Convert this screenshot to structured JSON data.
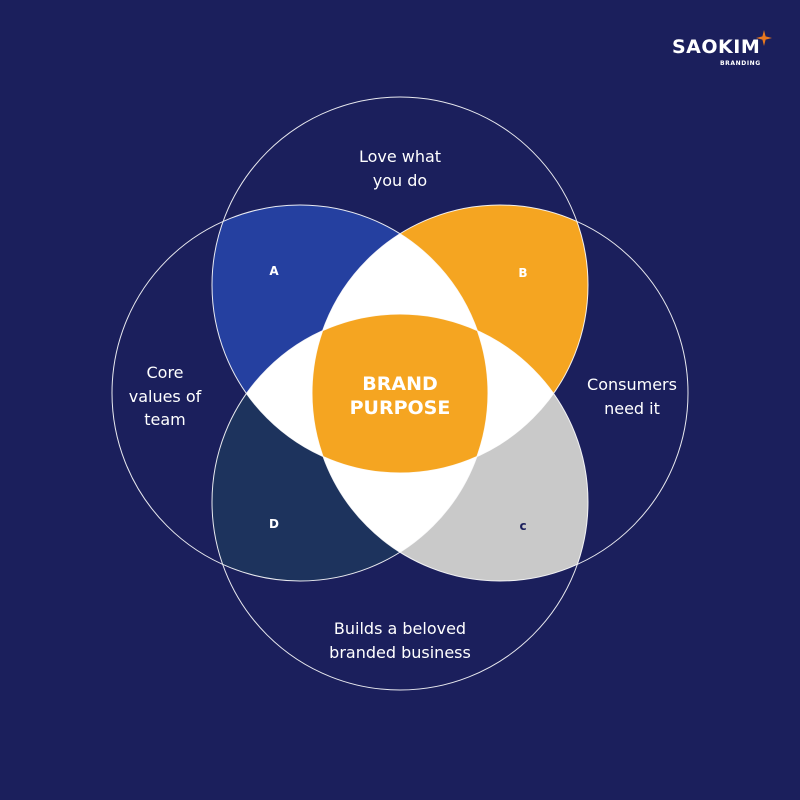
{
  "logo": {
    "word": "SAOKIM",
    "sub": "BRANDING",
    "star_color": "#e9781e"
  },
  "colors": {
    "background": "#1b1f5c",
    "circle_stroke": "#ffffff",
    "region_a": "#2540a0",
    "region_b": "#f5a521",
    "region_c": "#c9c9c9",
    "region_d": "#1d335d",
    "center": "#f5a521",
    "center_text": "#ffffff",
    "letter_light": "#ffffff",
    "letter_dark": "#1b1f5c"
  },
  "circles": {
    "top": {
      "label_line1": "Love what",
      "label_line2": "you do"
    },
    "left": {
      "label_line1": "Core",
      "label_line2": "values of",
      "label_line3": "team"
    },
    "right": {
      "label_line1": "Consumers",
      "label_line2": "need it"
    },
    "bottom": {
      "label_line1": "Builds a beloved",
      "label_line2": "branded business"
    }
  },
  "regions": {
    "a": "A",
    "b": "B",
    "c": "c",
    "d": "D"
  },
  "center": {
    "line1": "BRAND",
    "line2": "PURPOSE"
  }
}
